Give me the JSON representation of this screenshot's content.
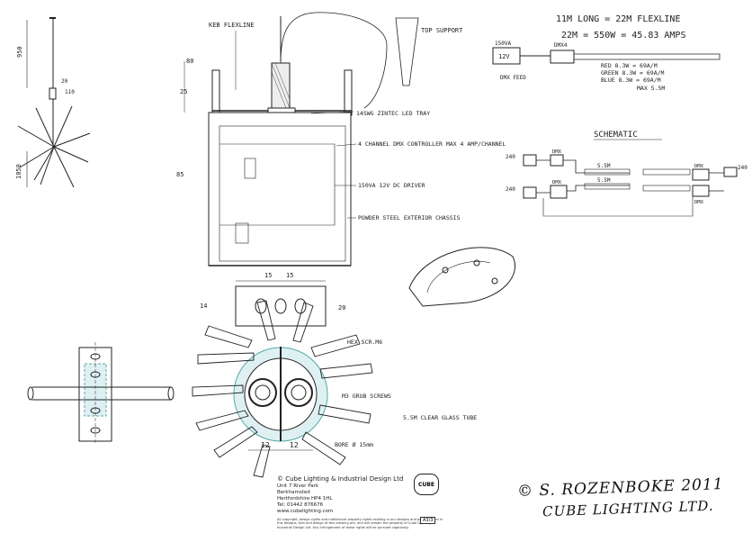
{
  "labels": {
    "keb_flexline": "KEB FLEXLINE",
    "top_support": "TOP SUPPORT",
    "tray": "14SWG ZINTEC LED TRAY",
    "dmx_controller": "4 CHANNEL DMX CONTROLLER MAX 4 AMP/CHANNEL",
    "driver": "150VA 12V DC DRIVER",
    "chassis": "POWDER STEEL EXTERIOR CHASSIS",
    "hex_screw": "HEX SCR.M6",
    "grub_screws": "M3 GRUB SCREWS",
    "glass_tube": "5.5M CLEAR GLASS TUBE",
    "bore": "BORE Ø 15mm",
    "schematic": "SCHEMATIC"
  },
  "dimensions": {
    "d950": "950",
    "d20": "20",
    "d110": "110",
    "d1050": "1050",
    "d80": "80",
    "d25": "25",
    "d85": "85",
    "d15a": "15",
    "d15b": "15",
    "d14": "14",
    "d20b": "20",
    "d12a": "12",
    "d12b": "12"
  },
  "notes": {
    "line1": "11M LONG = 22M FLEXLINE",
    "line2": "22M = 550W = 45.83 AMPS",
    "va150": "150VA",
    "v12": "12V",
    "dmx4": "DMX4",
    "red": "RED 8.3W = 69A/M",
    "green": "GREEN 8.3W = 69A/M",
    "blue": "BLUE 8.3W = 69A/M",
    "max": "MAX 5.5M",
    "dmx_feed": "DMX FEED"
  },
  "schematic": {
    "v240a": "240",
    "v240b": "240",
    "v240c": "240",
    "dmx_a": "DMX",
    "dmx_b": "DMX",
    "dmx_c": "DMX",
    "dmx_d": "DMX",
    "len_a": "5.5M",
    "len_b": "5.5M"
  },
  "title_block": {
    "company": "© Cube Lighting & Industrial Design Ltd",
    "address1": "Unit 7 River Park",
    "address2": "Berkhamsted",
    "address3": "Hertfordshire HP4 1HL",
    "tel": "Tel: 01442 876676",
    "web": "www.cubelighting.com",
    "legal": "All copyright, design rights and intellectual property rights existing in our designs and products and in this designs, text and design of this drawing are, and will remain the property of Cube Lighting & Industrial Design Ltd. Any infringement of these rights will be pursued vigorously.",
    "logo": "CUBE",
    "sheet": "A3/3"
  },
  "signature": {
    "line1": "© S. ROZENBOKE 2011",
    "line2": "CUBE LIGHTING LTD."
  }
}
